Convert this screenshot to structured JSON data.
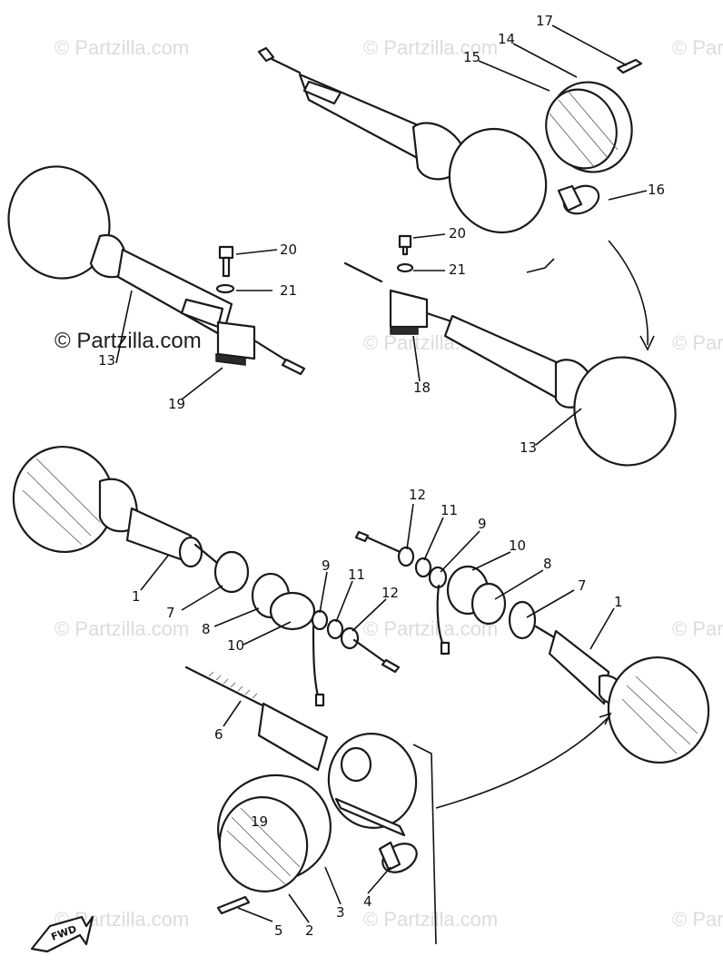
{
  "diagram": {
    "watermark_text": "© Partzilla.com",
    "fwd_label": "FWD",
    "callouts": {
      "c1a": "1",
      "c1b": "1",
      "c2": "2",
      "c3": "3",
      "c4": "4",
      "c5": "5",
      "c6": "6",
      "c7a": "7",
      "c7b": "7",
      "c8a": "8",
      "c8b": "8",
      "c9a": "9",
      "c9b": "9",
      "c10a": "10",
      "c10b": "10",
      "c11a": "11",
      "c11b": "11",
      "c12a": "12",
      "c12b": "12",
      "c13": "13",
      "c14": "14",
      "c15": "15",
      "c16": "16",
      "c17": "17",
      "c18": "18",
      "c19": "19",
      "c19b": "19",
      "c20a": "20",
      "c20b": "20",
      "c21a": "21",
      "c21b": "21"
    }
  }
}
